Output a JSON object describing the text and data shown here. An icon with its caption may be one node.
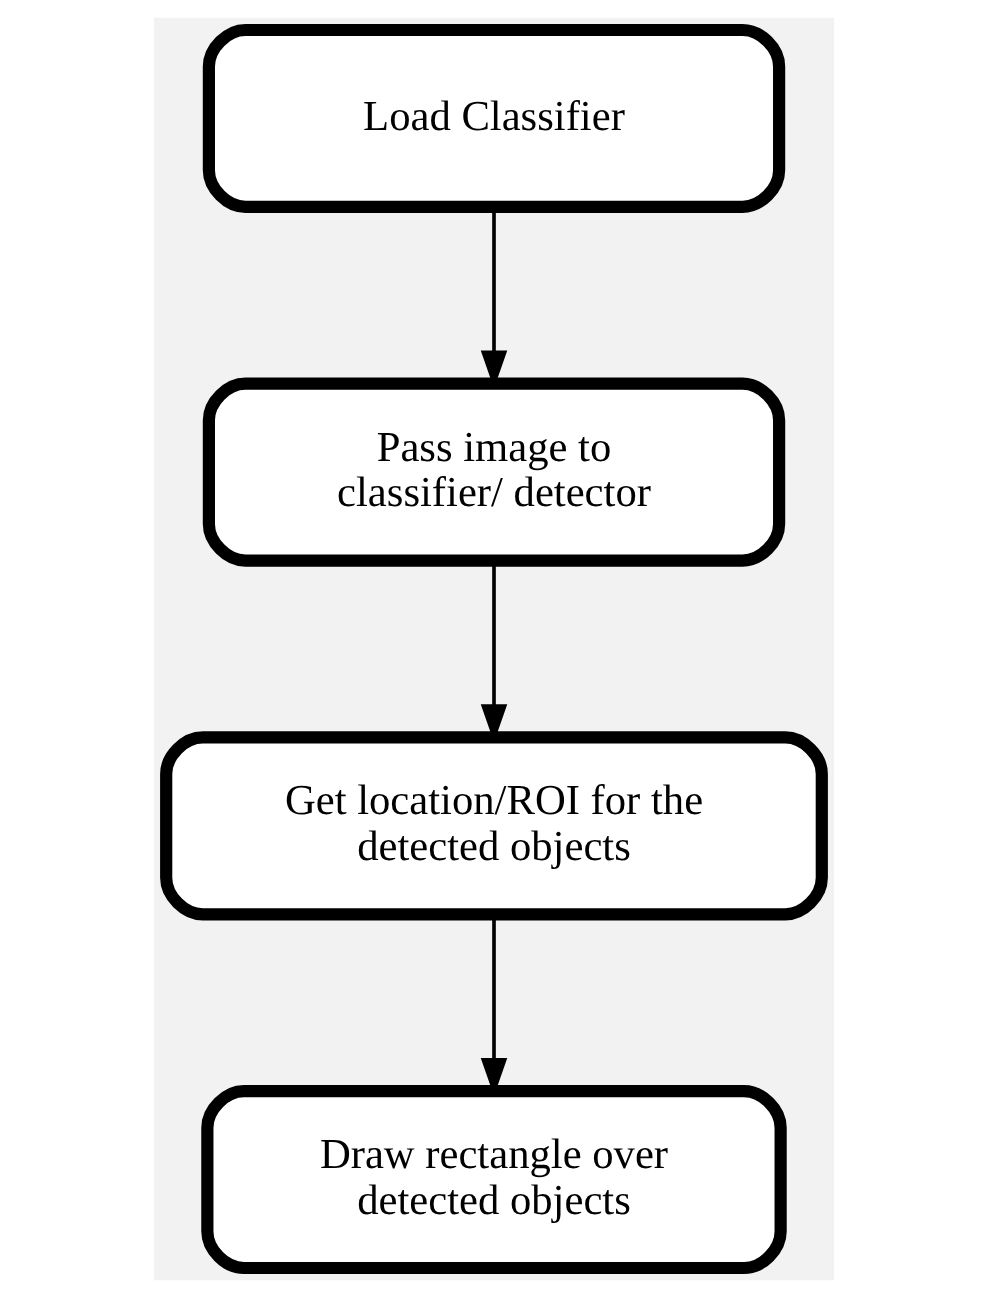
{
  "diagram": {
    "nodes": [
      {
        "text": [
          "Load Classifier"
        ]
      },
      {
        "text": [
          "Pass image to classifier/ detector"
        ]
      },
      {
        "text": [
          "Get location/ROI for the detected objects"
        ]
      },
      {
        "text": [
          "Draw rectangle over detected objects"
        ]
      }
    ],
    "edges": [
      {
        "from": 0,
        "to": 1,
        "arrow": "to"
      },
      {
        "from": 1,
        "to": 2,
        "arrow": "to"
      },
      {
        "from": 2,
        "to": 3,
        "arrow": "to"
      }
    ]
  }
}
